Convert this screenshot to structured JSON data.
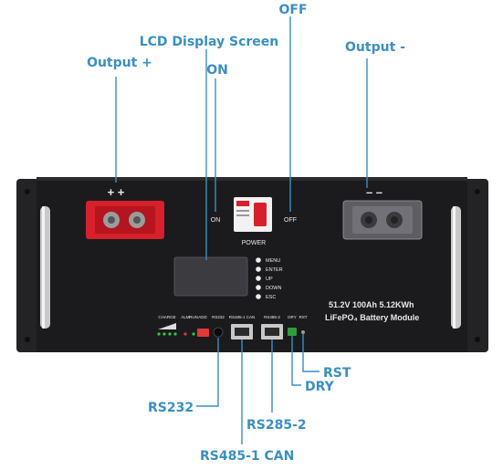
{
  "callouts": {
    "off": "OFF",
    "lcd": "LCD Display Screen",
    "on": "ON",
    "output_plus": "Output +",
    "output_minus": "Output -",
    "rs232": "RS232",
    "rs285_2": "RS285-2",
    "rs485_1_can": "RS485-1 CAN",
    "dry": "DRY",
    "rst": "RST"
  },
  "panel": {
    "pos_terminals": "+ +",
    "neg_terminals": "– –",
    "switch_on": "ON",
    "switch_off": "OFF",
    "power": "POWER",
    "menu_items": [
      "MENU",
      "ENTER",
      "UP",
      "DOWN",
      "ESC"
    ],
    "ports": [
      "CHARGE",
      "ALM",
      "RUN",
      "ADD",
      "RS232",
      "RS485-1 CAN",
      "RS485-2",
      "DRY",
      "RST"
    ],
    "spec_line1": "51.2V 100Ah  5.12KWh",
    "spec_line2": "LiFePO₄ Battery Module"
  },
  "colors": {
    "accent": "#3a8fc4",
    "panel": "#1b1b1d",
    "terminal_red": "#d7202b",
    "terminal_clear": "#6a6a6a",
    "led_green": "#2ecc40",
    "led_red": "#e53935"
  },
  "icons": {
    "lcd": "lcd-screen-icon",
    "breaker": "breaker-switch-icon",
    "terminal_positive": "positive-terminal-icon",
    "terminal_negative": "negative-terminal-icon",
    "rj45": "rj45-port-icon",
    "handle": "handle-icon"
  }
}
